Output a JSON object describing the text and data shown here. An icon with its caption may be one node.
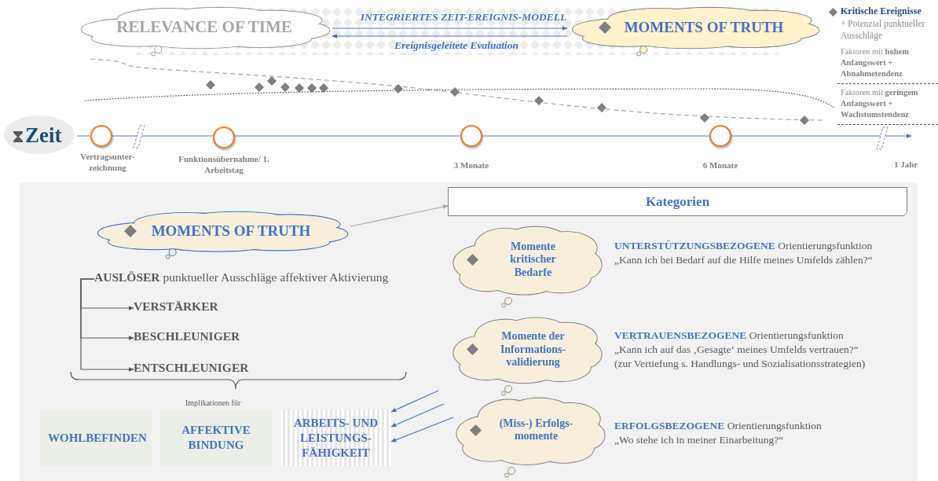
{
  "diagram": {
    "nodes": [
      {
        "text": [
          "RELEVANCE OF TIME"
        ]
      },
      {
        "text": [
          "MOMENTS OF TRUTH"
        ]
      },
      {
        "text": [
          "Zeit"
        ]
      },
      {
        "text": [],
        "shape": "circle",
        "beside": [
          "Vertragsunter- zeichnung"
        ]
      },
      {
        "text": [],
        "shape": "circle",
        "beside": [
          "Funktionsübernahme/ 1. Arbeitstag"
        ]
      },
      {
        "text": [],
        "shape": "circle",
        "beside": [
          "3 Monate"
        ]
      },
      {
        "text": [],
        "shape": "circle",
        "beside": [
          "6 Monate"
        ]
      },
      {
        "text": [
          "Kategorien"
        ]
      },
      {
        "text": [
          "MOMENTS OF TRUTH"
        ]
      },
      {
        "text": [
          "Momente kritischer Bedarfe"
        ],
        "beside": [
          "**UNTERSTÜTZUNGSBEZOGENE** Orientierungsfunktion",
          "„Kann ich bei Bedarf auf die Hilfe meines Umfelds zählen?“"
        ]
      },
      {
        "text": [
          "**AUSLÖSER** punktueller Ausschläge affektiver Aktivierung"
        ]
      },
      {
        "text": [
          "VERSTÄRKER"
        ]
      },
      {
        "text": [
          "BESCHLEUNIGER"
        ]
      },
      {
        "text": [
          "Momente der Informations- validierung"
        ],
        "beside": [
          "**VERTRAUENSBEZOGENE** Orientierungsfunktion",
          "„Kann ich auf das ‚Gesagte‘ meines Umfelds vertrauen?“",
          "(zur Vertiefung s. Handlungs- und Sozialisationsstrategien)"
        ]
      },
      {
        "text": [
          "ENTSCHLEUNIGER"
        ]
      },
      {
        "text": [
          "(Miss-) Erfolgs- momente"
        ],
        "beside": [
          "**ERFOLGSBEZOGENE** Orientierungsfunktion",
          "„Wo stehe ich in meiner Einarbeitung?“"
        ]
      },
      {
        "text": [
          "WOHLBEFINDEN"
        ]
      },
      {
        "text": [
          "AFFEKTIVE BINDUNG"
        ]
      },
      {
        "text": [
          "ARBEITS- UND LEISTUNGS- FÄHIGKEIT"
        ]
      }
    ],
    "edges": [
      {
        "from": 0,
        "to": 1,
        "arrow": "to",
        "label": "INTEGRIERTES ZEIT-EREIGNIS-MODELL"
      },
      {
        "from": 1,
        "to": 0,
        "arrow": "to",
        "label": "Ereignisgeleitete Evaluation"
      },
      {
        "from": 8,
        "to": 7,
        "arrow": "to",
        "color": "#a6a6a6"
      },
      {
        "from": 10,
        "to": 11,
        "arrow": "to",
        "color": "#595959"
      },
      {
        "from": 10,
        "to": 12,
        "arrow": "to",
        "color": "#595959"
      },
      {
        "from": 10,
        "to": 14,
        "arrow": "to",
        "color": "#595959"
      },
      {
        "from": null,
        "to": 18,
        "arrow": "to"
      },
      {
        "from": null,
        "to": 18,
        "arrow": "to"
      },
      {
        "from": 15,
        "to": 18,
        "arrow": "to"
      }
    ],
    "labels": [
      "+ Potenzial punktueller Ausschläge",
      "1 Jahr",
      "Implikationen für"
    ],
    "legend": [
      {
        "text": "Kritische Ereignisse"
      },
      {
        "text": "Faktoren mit **hohem Anfangswert + Abnahmetendenz**"
      },
      {
        "text": "Faktoren mit **geringem Anfangswert + Wachstumstendenz**"
      }
    ]
  }
}
